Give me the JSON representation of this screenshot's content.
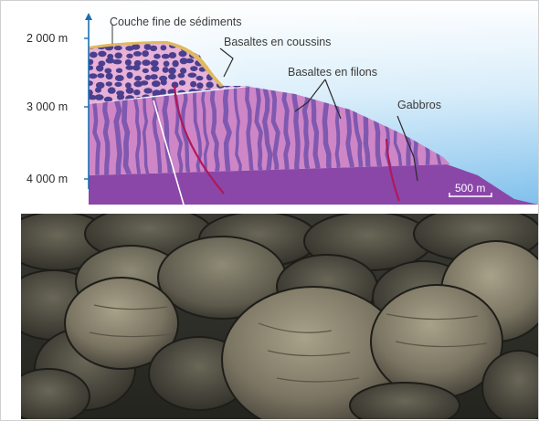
{
  "depth_axis": {
    "ticks": [
      "2 000 m",
      "3 000 m",
      "4 000 m"
    ]
  },
  "layers": {
    "sediments": "Couche fine de sédiments",
    "pillow_basalts": "Basaltes en coussins",
    "dike_basalts": "Basaltes en filons",
    "gabbros": "Gabbros"
  },
  "scale_bar": {
    "label": "500 m"
  },
  "colors": {
    "sky_blue": "#8cc8ee",
    "sediment": "#e0b860",
    "pillow_matrix": "#e8b2d8",
    "pillow_blob": "#4a3f8e",
    "dike_light": "#cf86c6",
    "dike_stripe": "#7f58b0",
    "gabbro": "#8a47a8",
    "fault": "#b0185c",
    "seafloor_rock": "#4a4a40"
  }
}
